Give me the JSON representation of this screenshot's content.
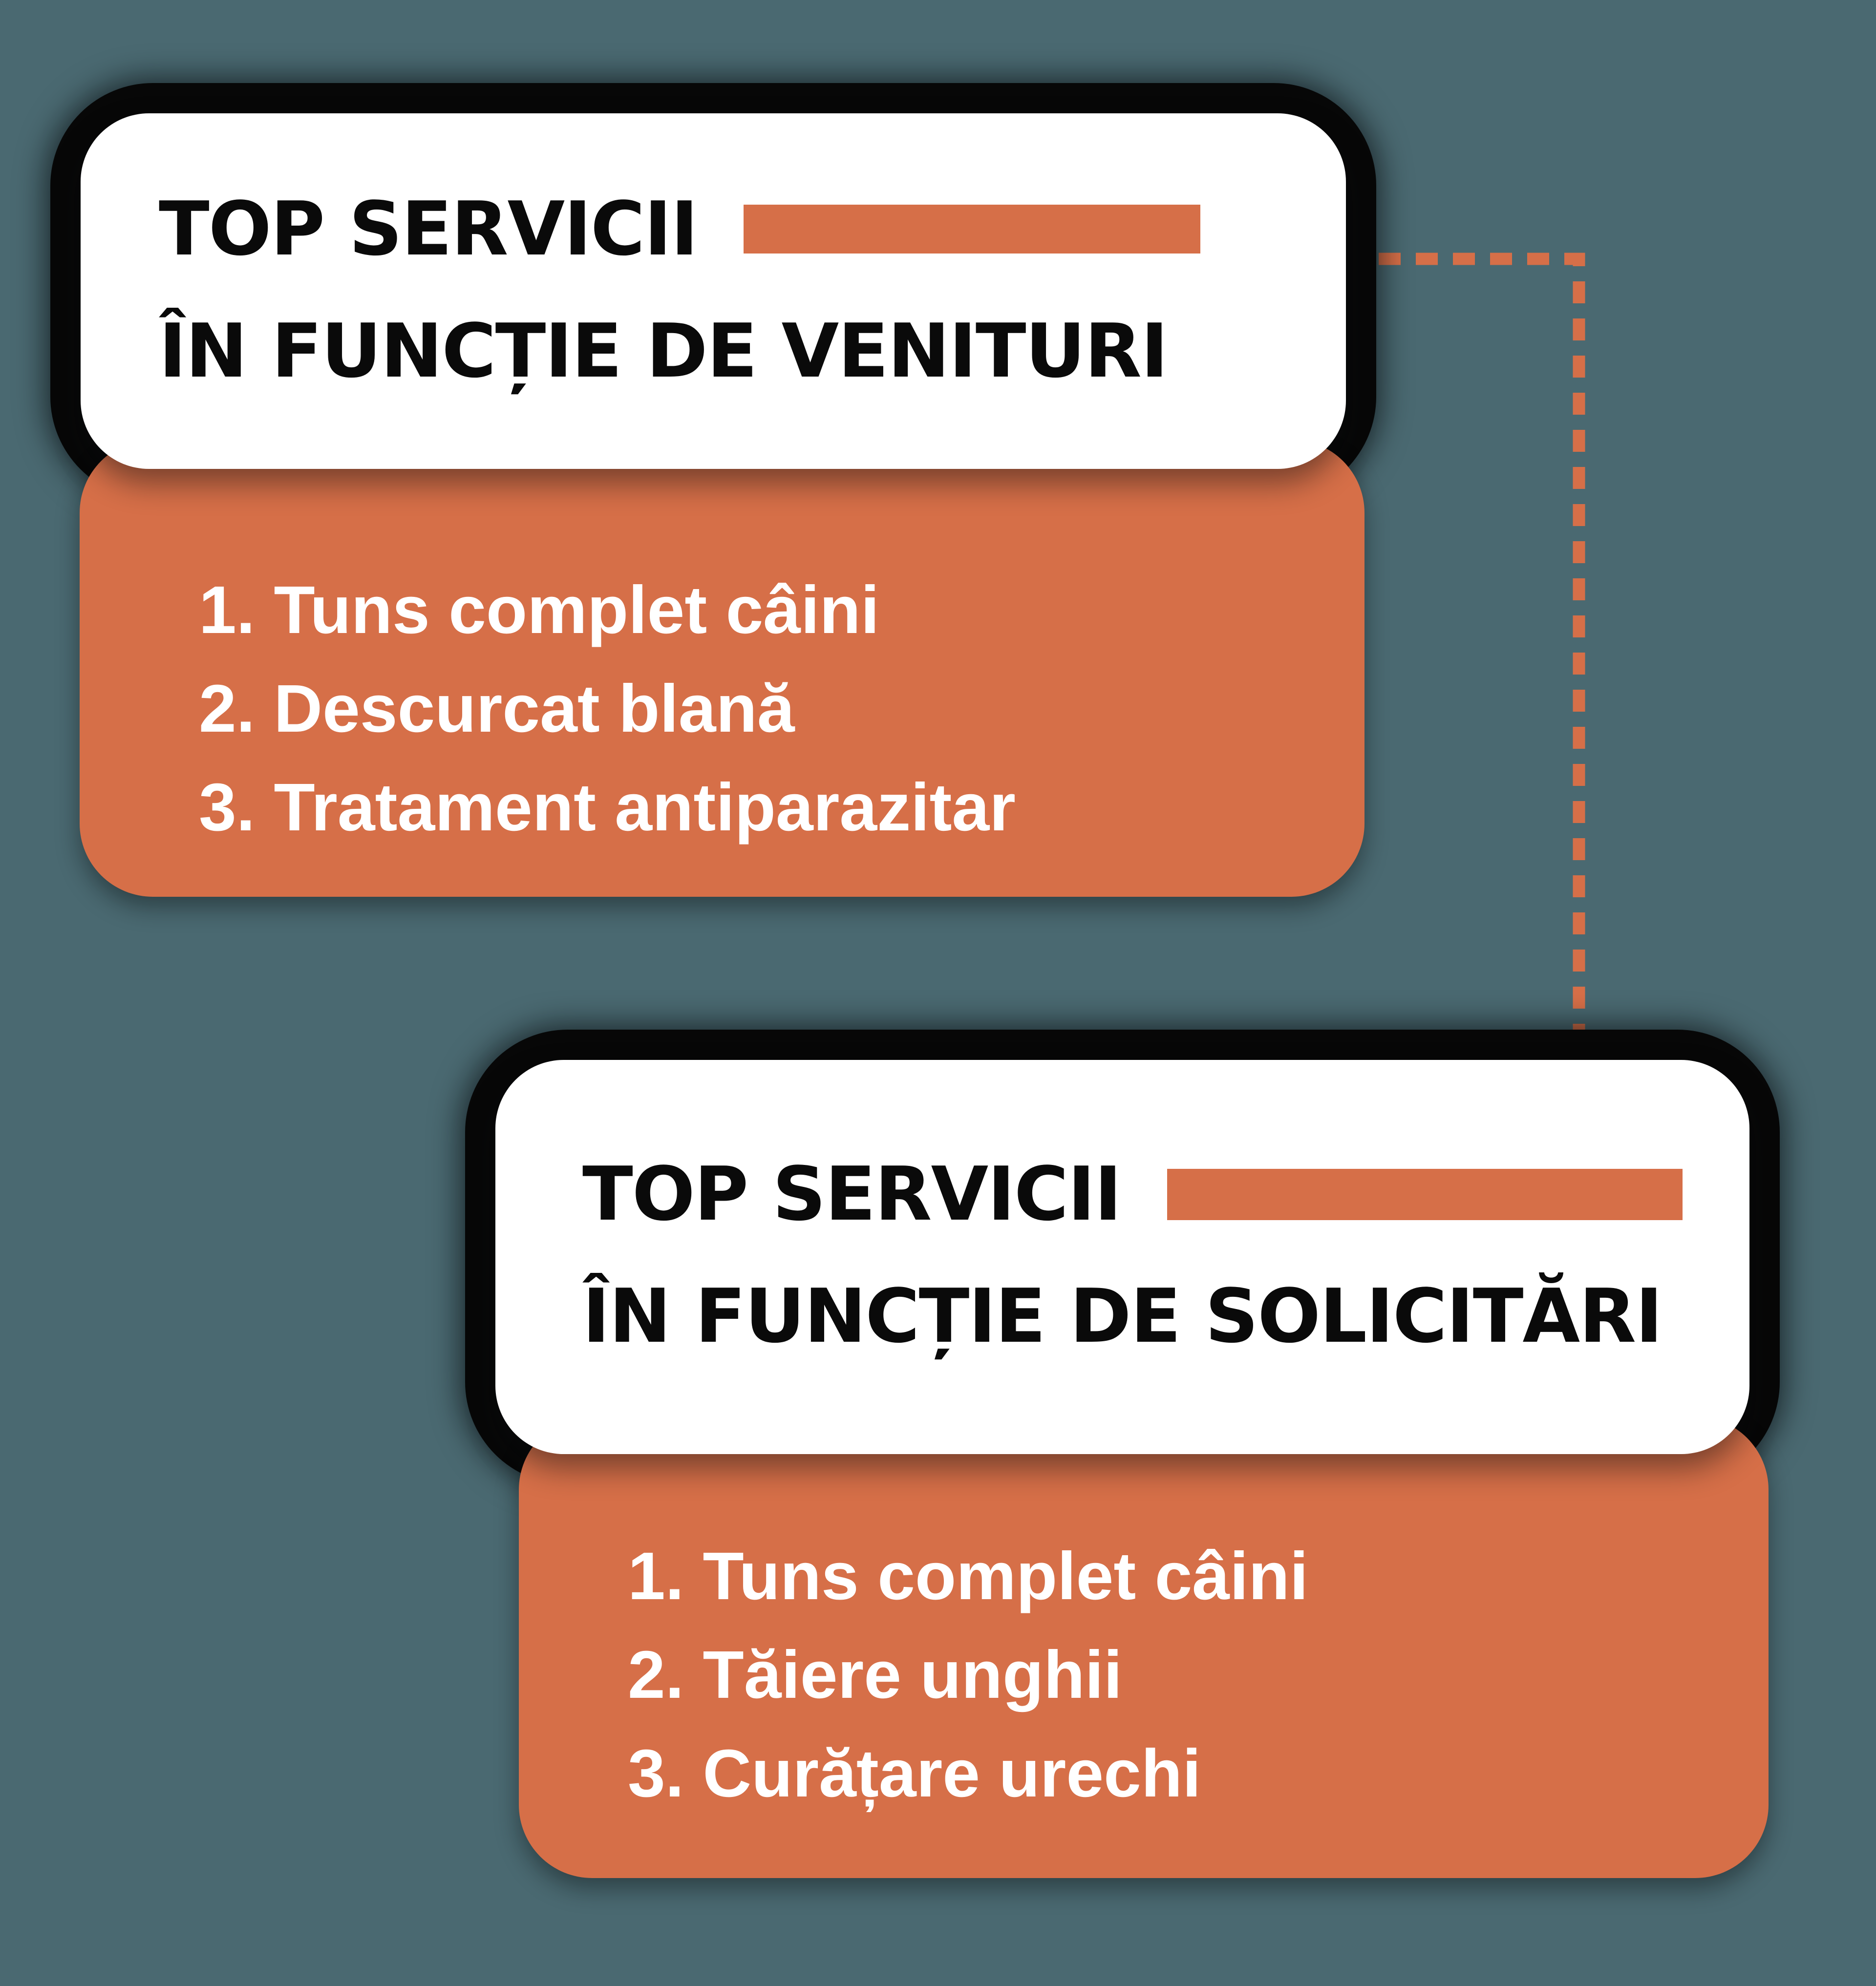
{
  "colors": {
    "background": "#4a6971",
    "accent_orange": "#d66f48",
    "card_white": "#ffffff",
    "shadow_black": "#070707",
    "title_text": "#0a0a0a",
    "list_text": "#ffffff"
  },
  "connector": {
    "style": "dashed",
    "color": "#d66f48"
  },
  "cards": [
    {
      "id": "venituri",
      "title_line1": "TOP SERVICII",
      "title_line2": "ÎN FUNCȚIE DE VENITURI",
      "items": [
        "1. Tuns complet câini",
        "2. Descurcat blană",
        "3. Tratament antiparazitar"
      ]
    },
    {
      "id": "solicitari",
      "title_line1": "TOP SERVICII",
      "title_line2": "ÎN FUNCȚIE DE SOLICITĂRI",
      "items": [
        "1. Tuns complet câini",
        "2. Tăiere unghii",
        "3. Curățare urechi"
      ]
    }
  ]
}
